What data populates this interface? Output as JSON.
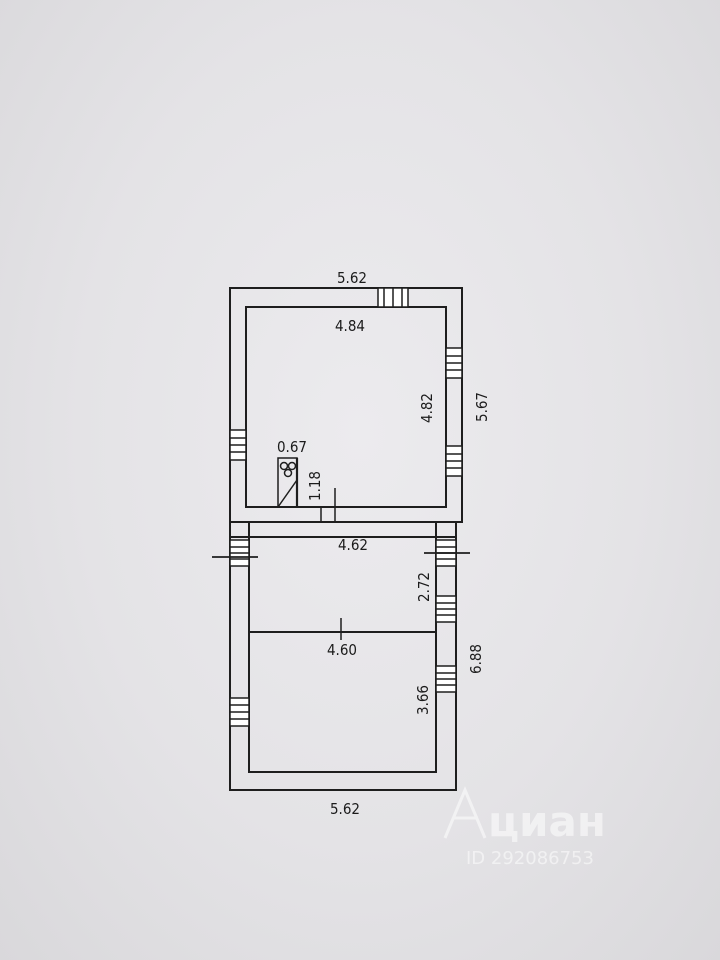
{
  "plan": {
    "top_outer_width": "5.62",
    "bottom_outer_width": "5.62",
    "room1_inner_width": "4.84",
    "room1_inner_depth": "4.82",
    "room1_outer_depth": "5.67",
    "bathroom_width": "0.67",
    "bathroom_depth": "1.18",
    "partition_width": "4.62",
    "room2_depth": "2.72",
    "room3_width": "4.60",
    "room3_depth": "3.66",
    "lower_outer_depth": "6.88"
  },
  "watermark": {
    "brand": "циан",
    "id": "ID 292086753"
  },
  "colors": {
    "wall": "#1e1e1e",
    "paper": "#e6e5e8",
    "watermark": "#ffffff"
  }
}
